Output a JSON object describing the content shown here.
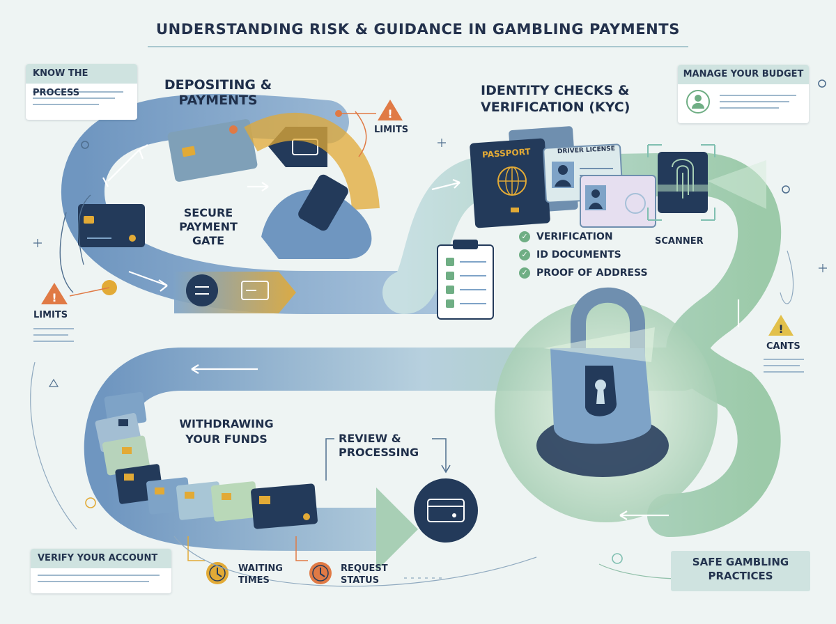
{
  "title": "UNDERSTANDING RISK & GUIDANCE IN GAMBLING PAYMENTS",
  "cards": {
    "know_process": "KNOW THE PROCESS",
    "manage_budget": "MANAGE YOUR BUDGET",
    "verify_account": "VERIFY YOUR ACCOUNT",
    "safe_gambling": "SAFE GAMBLING PRACTICES"
  },
  "sections": {
    "depositing": "DEPOSITING & PAYMENTS",
    "secure_gate": "SECURE PAYMENT GATE",
    "identity": "IDENTITY CHECKS & VERIFICATION (KYC)",
    "withdrawing": "WITHDRAWING YOUR FUNDS",
    "review": "REVIEW & PROCESSING"
  },
  "warnings": {
    "limits_top": "LIMITS",
    "limits_left": "LIMITS",
    "cants": "CANTS"
  },
  "documents": {
    "passport": "PASSPORT",
    "driver_license": "DRIVER LICENSE",
    "scanner": "SCANNER"
  },
  "kyc_checks": [
    "VERIFICATION",
    "ID DOCUMENTS",
    "PROOF OF ADDRESS"
  ],
  "status": {
    "waiting": "WAITING TIMES",
    "request": "REQUEST STATUS"
  },
  "colors": {
    "blue_path": "#7ea3c7",
    "green_path": "#a8cfb5",
    "navy": "#233a5a",
    "gold": "#e2aa36",
    "orange": "#e07a45",
    "teal_badge": "#cfe3e0"
  }
}
